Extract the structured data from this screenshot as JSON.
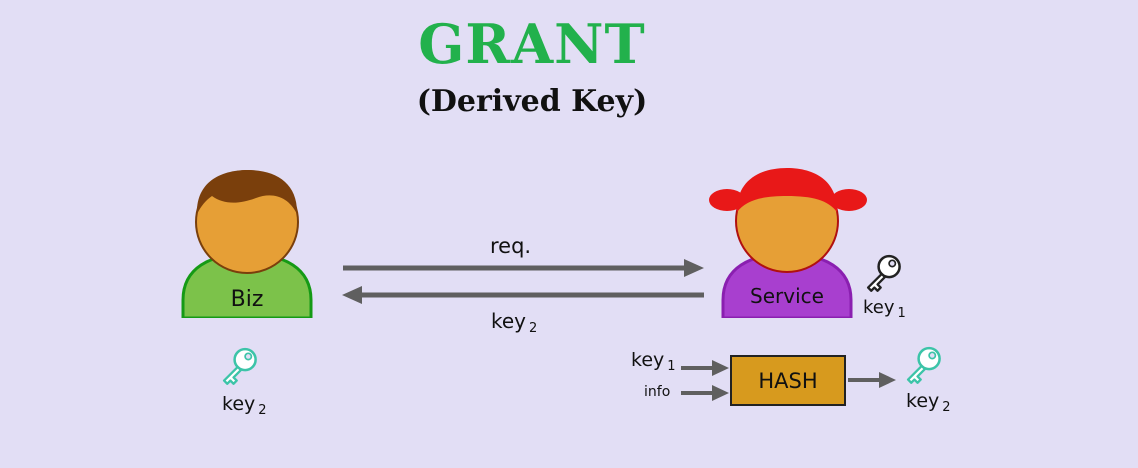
{
  "title": "GRANT",
  "subtitle": "(Derived Key)",
  "colors": {
    "background": "#e2def5",
    "title": "#22b14c",
    "biz_body": "#7cc24a",
    "service_body": "#a83fcf",
    "face": "#e69f36",
    "biz_hair": "#7a3f0c",
    "service_hair": "#e81818",
    "arrow": "#5f5f5f",
    "key_teal": "#3cc4a8",
    "key_white": "#ffffff",
    "hash_fill": "#d79a1e"
  },
  "actors": {
    "biz": {
      "label": "Biz"
    },
    "service": {
      "label": "Service"
    }
  },
  "messages": {
    "request": {
      "label": "req."
    },
    "response": {
      "label": "key",
      "sub": "2"
    }
  },
  "service_key": {
    "label": "key",
    "sub": "1",
    "icon": "key-icon"
  },
  "biz_key": {
    "label": "key",
    "sub": "2",
    "icon": "key-icon"
  },
  "hash": {
    "label": "HASH",
    "input_key": {
      "label": "key",
      "sub": "1"
    },
    "input_info": {
      "label": "info"
    },
    "output_key": {
      "label": "key",
      "sub": "2",
      "icon": "key-icon"
    }
  }
}
